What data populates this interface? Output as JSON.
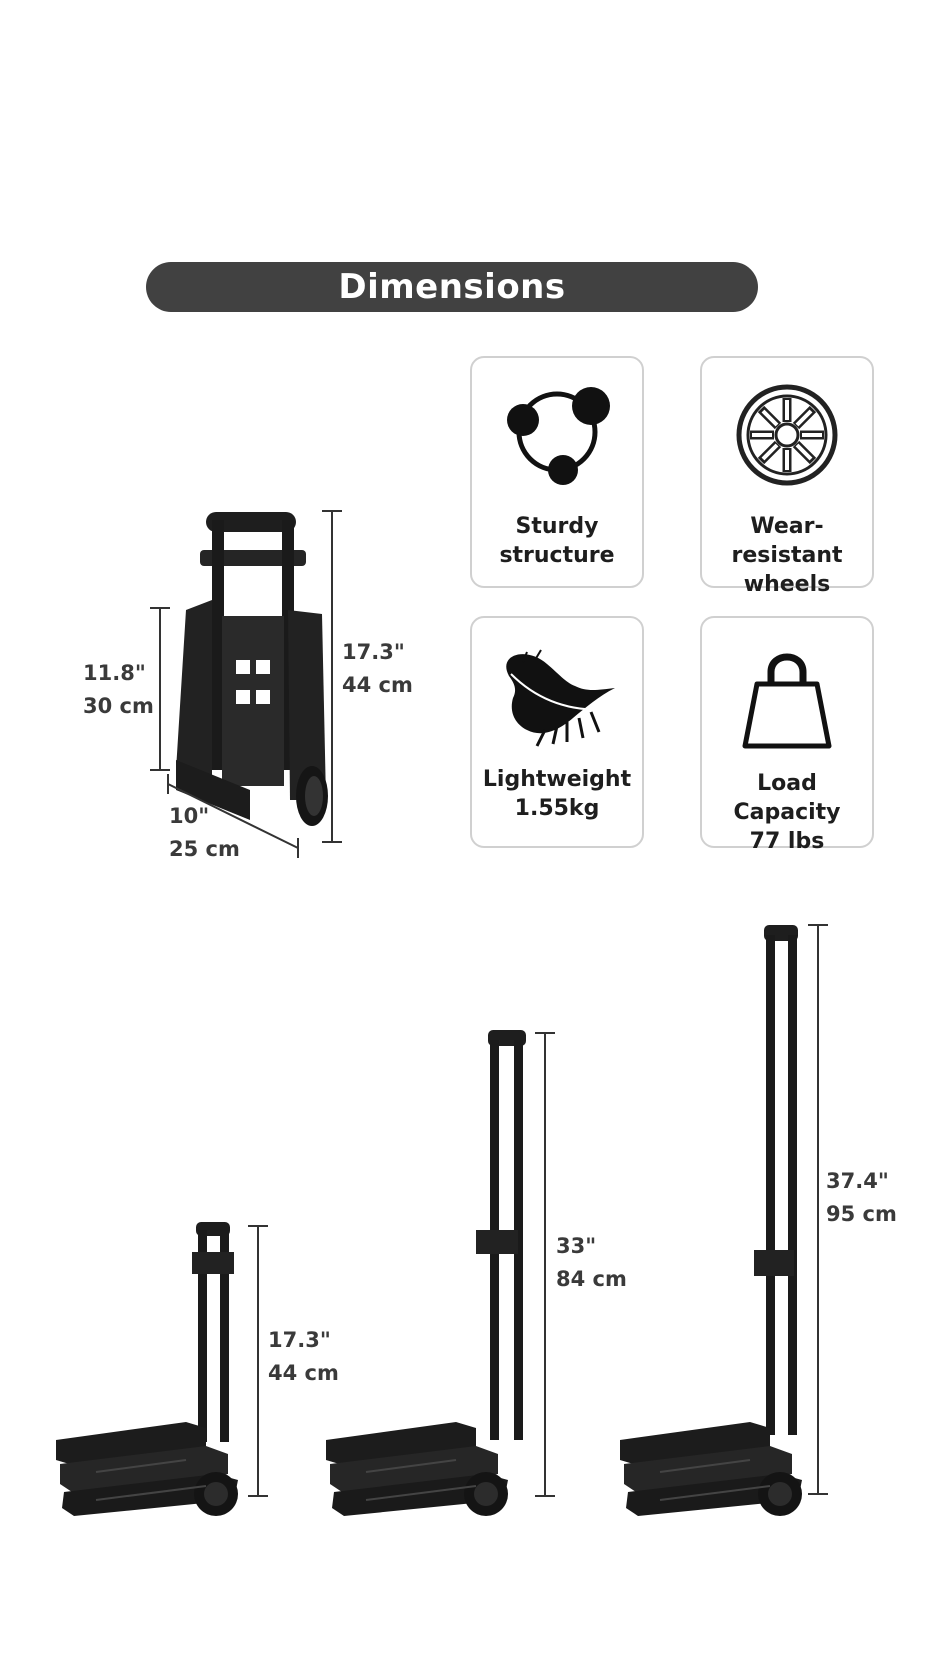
{
  "banner": {
    "title": "Dimensions"
  },
  "features": [
    {
      "line1": "Sturdy",
      "line2": "structure",
      "icon": "network-nodes-icon"
    },
    {
      "line1": "Wear-resistant",
      "line2": "wheels",
      "icon": "wheel-icon"
    },
    {
      "line1": "Lightweight",
      "line2": "1.55kg",
      "icon": "feather-icon"
    },
    {
      "line1": "Load Capacity",
      "line2": "77 lbs",
      "icon": "weight-icon"
    }
  ],
  "folded": {
    "height": {
      "in": "17.3\"",
      "cm": "44 cm"
    },
    "deck_height": {
      "in": "11.8\"",
      "cm": "30 cm"
    },
    "width": {
      "in": "10\"",
      "cm": "25 cm"
    }
  },
  "extended": [
    {
      "in": "17.3\"",
      "cm": "44 cm"
    },
    {
      "in": "33\"",
      "cm": "84 cm"
    },
    {
      "in": "37.4\"",
      "cm": "95 cm"
    }
  ],
  "colors": {
    "banner": "#414141",
    "product": "#1c1c1c",
    "text": "#3a3a3a"
  }
}
